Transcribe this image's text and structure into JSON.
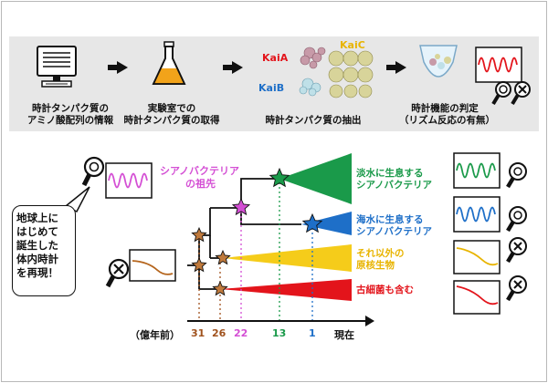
{
  "steps": [
    {
      "line1": "時計タンパク質の",
      "line2": "アミノ酸配列の情報"
    },
    {
      "line1": "実験室での",
      "line2": "時計タンパク質の取得"
    },
    {
      "line1": "時計タンパク質の抽出",
      "line2": ""
    },
    {
      "line1": "時計機能の判定",
      "line2": "（リズム反応の有無）"
    }
  ],
  "kai_labels": {
    "a": "KaiA",
    "b": "KaiB",
    "c": "KaiC"
  },
  "bubble_lines": [
    "地球上に",
    "はじめて",
    "誕生した",
    "体内時計",
    "を再現！"
  ],
  "ancestor": {
    "line1": "シアノバクテリア",
    "line2": "の祖先"
  },
  "lineages": [
    {
      "line1": "淡水に生息する",
      "line2": "シアノバクテリア",
      "color": "#1a9a4a"
    },
    {
      "line1": "海水に生息する",
      "line2": "シアノバクテリア",
      "color": "#1e6fc8"
    },
    {
      "line1": "それ以外の",
      "line2": "原核生物",
      "color": "#e8b400"
    },
    {
      "line1": "古細菌も含む",
      "line2": "",
      "color": "#e3141b"
    }
  ],
  "axis": {
    "unit": "（億年前）",
    "end": "現在",
    "ticks": [
      {
        "label": "31",
        "color": "#a0521d"
      },
      {
        "label": "26",
        "color": "#a0521d"
      },
      {
        "label": "22",
        "color": "#d44fd4"
      },
      {
        "label": "13",
        "color": "#1a9a4a"
      },
      {
        "label": "1",
        "color": "#1e6fc8"
      }
    ]
  },
  "colors": {
    "ancestor_text": "#d44fd4",
    "early_node": "#b5651d",
    "ancestor_node": "#d44fd4",
    "fresh_node": "#1a9a4a",
    "sea_node": "#1e6fc8"
  }
}
